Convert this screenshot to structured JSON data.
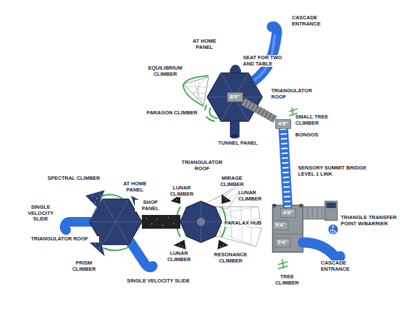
{
  "diagram": {
    "nodes": [
      {
        "text": [
          "8'0\""
        ]
      },
      {
        "text": [
          "4'8\""
        ]
      },
      {
        "text": [
          "4'8\""
        ]
      },
      {
        "text": [
          "5'4\""
        ]
      },
      {
        "text": [
          "5'4\""
        ]
      }
    ],
    "edges": [
      {
        "from": 0,
        "to": 1,
        "arrow": "none"
      },
      {
        "from": 1,
        "to": 2,
        "arrow": "none"
      }
    ],
    "labels": [
      "CASCADE ENTRANCE",
      "AT HOME PANEL",
      "SEAT FOR TWO AND TABLE",
      "EQUILIBRIUM CLIMBER",
      "TRIANGULATOR ROOF",
      "PARAGON CLIMBER",
      "SMALL TREE CLIMBER",
      "BONGOS",
      "TUNNEL PANEL",
      "TRIANGULATOR ROOF",
      "MIRAGE CLIMBER",
      "LUNAR CLIMBER",
      "LUNAR CLIMBER",
      "SENSORY SUMMIT BRIDGE LEVEL 1 LINK",
      "SPECTRAL CLIMBER",
      "AT HOME PANEL",
      "SHOP PANEL",
      "PARALAX HUB",
      "TRIANGLE TRANSFER POINT W/BARRIER",
      "SINGLE VELOCITY SLIDE",
      "TRIANGULATOR ROOF",
      "CASCADE ENTRANCE",
      "LUNAR CLIMBER",
      "RESONANCE CLIMBER",
      "PRISM CLIMBER",
      "TREE CLIMBER",
      "SINGLE VELOCITY SLIDE"
    ]
  }
}
